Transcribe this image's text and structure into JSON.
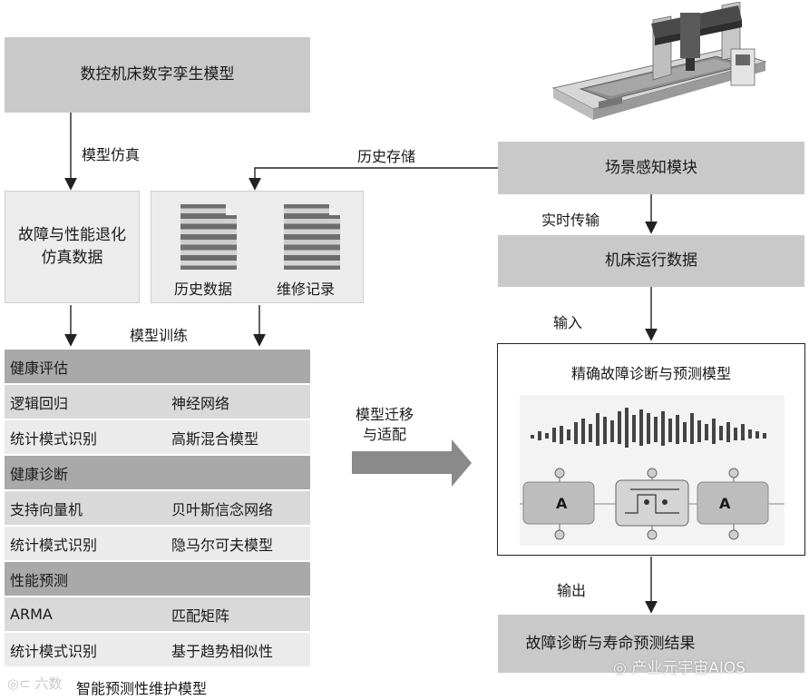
{
  "left": {
    "twin_model": "数控机床数字孪生模型",
    "sim_label": "模型仿真",
    "fault_sim_data": "故障与性能退化仿真数据",
    "history_data": "历史数据",
    "repair_records": "维修记录",
    "train_label": "模型训练",
    "bottom_title": "智能预测性维护模型"
  },
  "table": {
    "sections": [
      {
        "header": "健康评估",
        "rows": [
          [
            "逻辑回归",
            "神经网络"
          ],
          [
            "统计模式识别",
            "高斯混合模型"
          ]
        ]
      },
      {
        "header": "健康诊断",
        "rows": [
          [
            "支持向量机",
            "贝叶斯信念网络"
          ],
          [
            "统计模式识别",
            "隐马尔可夫模型"
          ]
        ]
      },
      {
        "header": "性能预测",
        "rows": [
          [
            "ARMA",
            "匹配矩阵"
          ],
          [
            "统计模式识别",
            "基于趋势相似性"
          ]
        ]
      }
    ]
  },
  "middle": {
    "transfer_label_1": "模型迁移",
    "transfer_label_2": "与适配",
    "history_store": "历史存储"
  },
  "right": {
    "scene_module": "场景感知模块",
    "realtime_label": "实时传输",
    "machine_data": "机床运行数据",
    "input_label": "输入",
    "model_title": "精确故障诊断与预测模型",
    "cell_a_left": "A",
    "cell_a_right": "A",
    "output_label": "输出",
    "result": "故障诊断与寿命预测结果"
  },
  "watermark": {
    "text": "产业元宇宙AIOS",
    "left_text": "六数"
  }
}
